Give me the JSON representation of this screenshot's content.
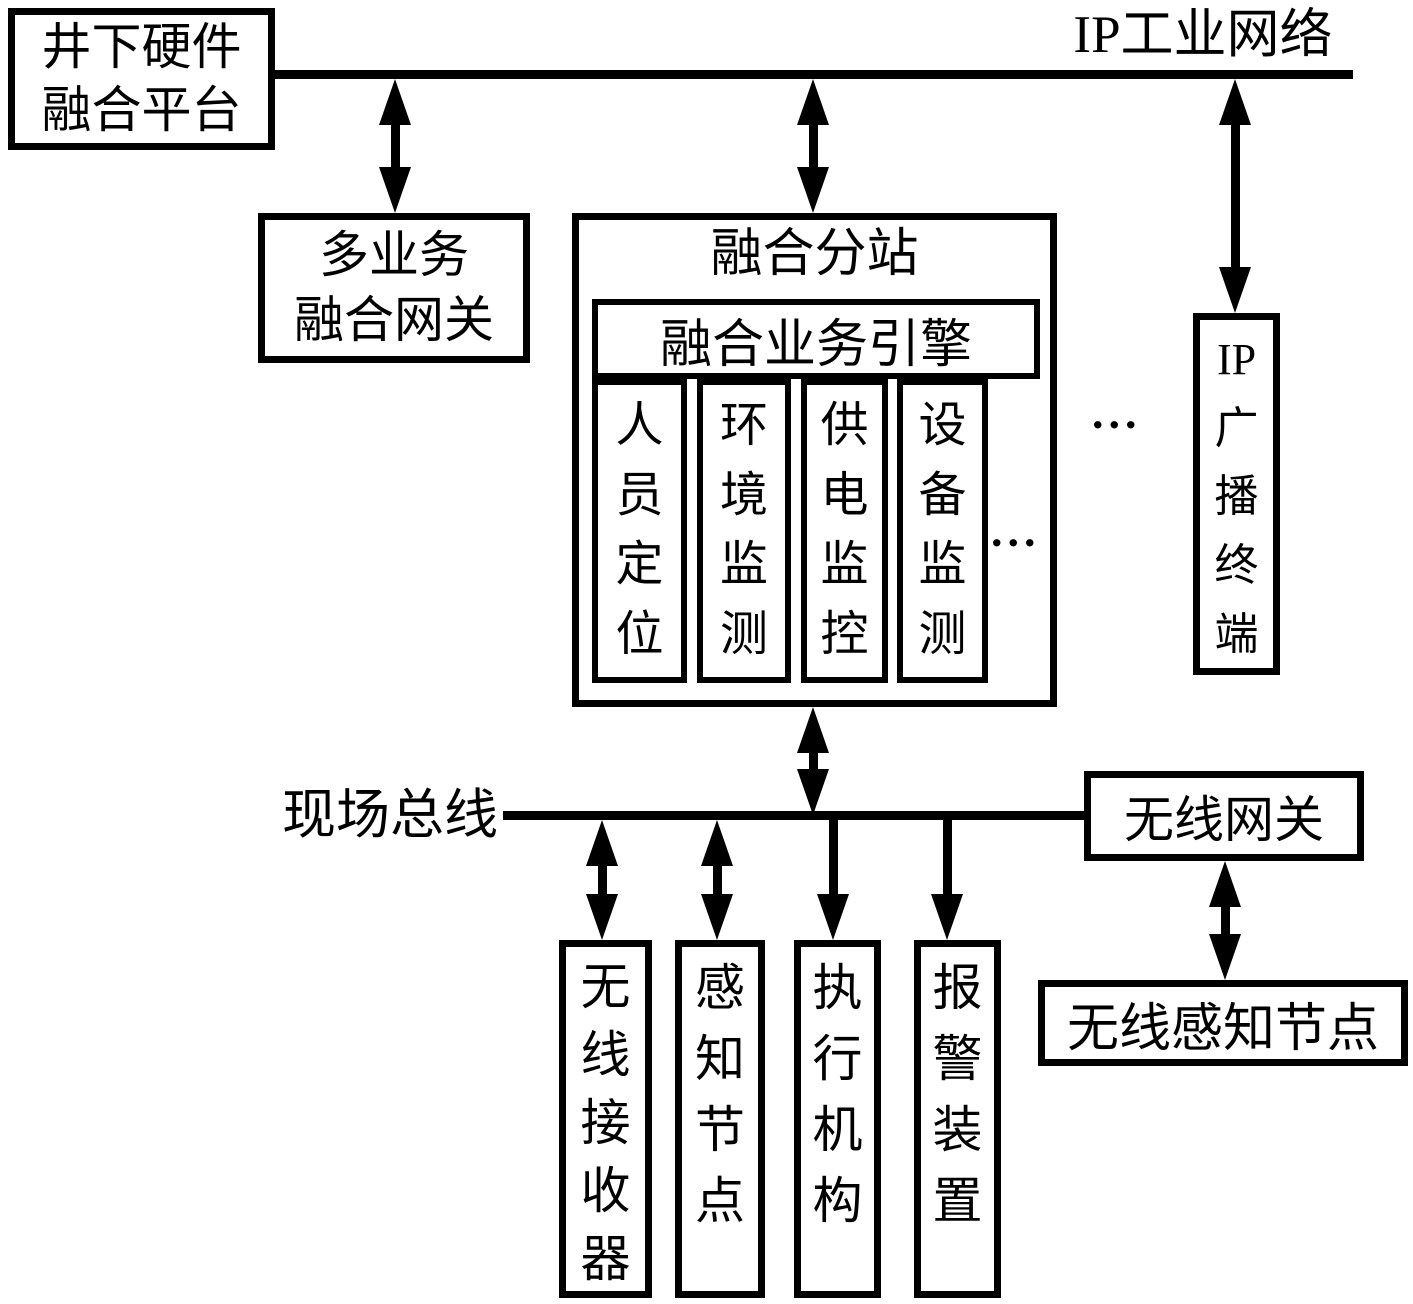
{
  "page": {
    "background": "#ffffff",
    "ink": "#000000"
  },
  "nodes": {
    "underground_platform": {
      "label": "井下硬件\n融合平台"
    },
    "ip_industrial_network": {
      "label": "IP工业网络"
    },
    "multiservice_fusion_gateway": {
      "label": "多业务\n融合网关"
    },
    "fusion_substation": {
      "title": "融合分站",
      "engine_label": "融合业务引擎",
      "services": [
        "人员定位",
        "环境监测",
        "供电监控",
        "设备监测"
      ],
      "more_services_ellipsis": "..."
    },
    "more_nodes_ellipsis": "...",
    "ip_broadcast_terminal": {
      "label": "IP广播终端"
    },
    "field_bus": {
      "label": "现场总线"
    },
    "wireless_receiver": {
      "label": "无线接收器"
    },
    "sensing_node": {
      "label": "感知节点"
    },
    "actuator": {
      "label": "执行机构"
    },
    "alarm_device": {
      "label": "报警装置"
    },
    "wireless_gateway": {
      "label": "无线网关"
    },
    "wireless_sensing_node": {
      "label": "无线感知节点"
    }
  }
}
